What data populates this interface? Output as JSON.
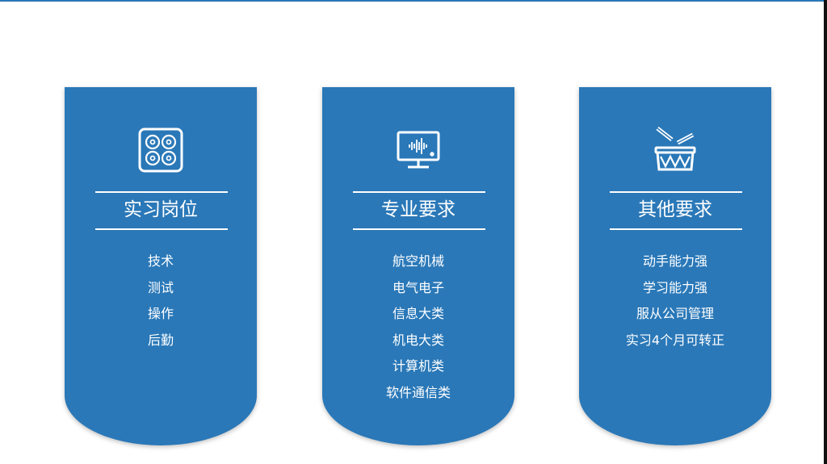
{
  "cards": [
    {
      "icon": "stove-icon",
      "title": "实习岗位",
      "items": [
        "技术",
        "测试",
        "操作",
        "后勤"
      ]
    },
    {
      "icon": "monitor-waveform-icon",
      "title": "专业要求",
      "items": [
        "航空机械",
        "电气电子",
        "信息大类",
        "机电大类",
        "计算机类",
        "软件通信类"
      ]
    },
    {
      "icon": "drum-icon",
      "title": "其他要求",
      "items": [
        "动手能力强",
        "学习能力强",
        "服从公司管理",
        "实习4个月可转正"
      ]
    }
  ],
  "colors": {
    "accent": "#2a78b8"
  }
}
